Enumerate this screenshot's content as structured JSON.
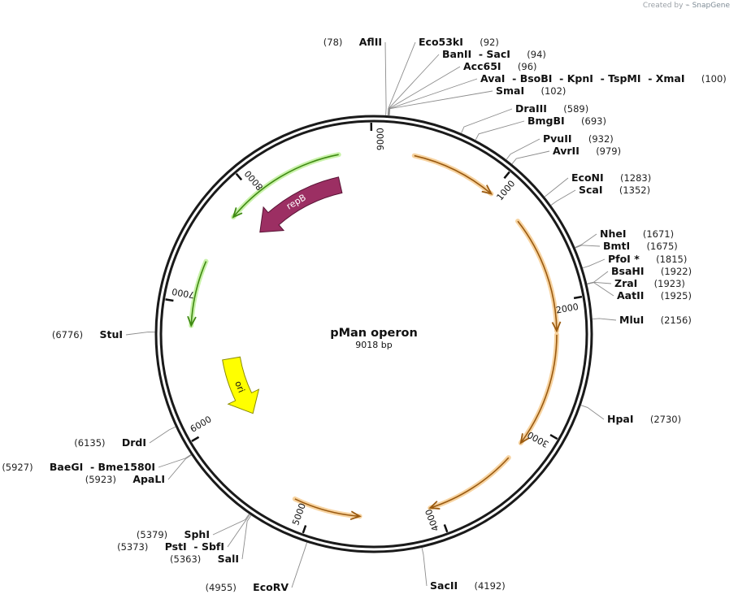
{
  "credit": {
    "prefix": "Created by",
    "brand": "SnapGene"
  },
  "plasmid": {
    "name": "pMan operon",
    "length_label": "9018 bp",
    "length": 9018
  },
  "ticks": [
    {
      "pos": 1000,
      "label": "1000"
    },
    {
      "pos": 2000,
      "label": "2000"
    },
    {
      "pos": 3000,
      "label": "3000"
    },
    {
      "pos": 4000,
      "label": "4000"
    },
    {
      "pos": 5000,
      "label": "5000"
    },
    {
      "pos": 6000,
      "label": "6000"
    },
    {
      "pos": 7000,
      "label": "7000"
    },
    {
      "pos": 8000,
      "label": "8000"
    },
    {
      "pos": 9000,
      "label": "9000"
    }
  ],
  "features": [
    {
      "name": "",
      "start": 320,
      "end": 1000,
      "strand": 1,
      "type": "orange"
    },
    {
      "name": "",
      "start": 1300,
      "end": 2230,
      "strand": 1,
      "type": "orange"
    },
    {
      "name": "",
      "start": 2260,
      "end": 3170,
      "strand": 1,
      "type": "orange"
    },
    {
      "name": "",
      "start": 3320,
      "end": 4060,
      "strand": 1,
      "type": "orange"
    },
    {
      "name": "",
      "start": 4620,
      "end": 5150,
      "strand": -1,
      "type": "orange"
    },
    {
      "name": "",
      "start": 7760,
      "end": 8740,
      "strand": -1,
      "type": "green"
    },
    {
      "name": "",
      "start": 6830,
      "end": 7350,
      "strand": -1,
      "type": "green"
    },
    {
      "name": "repB",
      "start": 7810,
      "end": 8700,
      "strand": -1,
      "type": "repB"
    },
    {
      "name": "ori",
      "start": 5930,
      "end": 6520,
      "strand": -1,
      "type": "ori"
    }
  ],
  "sites": [
    {
      "label_parts": [
        "AflII"
      ],
      "pos_text": "(78)",
      "pos": 78,
      "side": "left"
    },
    {
      "label_parts": [
        "Eco53kI"
      ],
      "pos_text": "(92)",
      "pos": 92,
      "side": "right"
    },
    {
      "label_parts": [
        "BanII",
        "SacI"
      ],
      "pos_text": "(94)",
      "pos": 94,
      "side": "right"
    },
    {
      "label_parts": [
        "Acc65I"
      ],
      "pos_text": "(96)",
      "pos": 96,
      "side": "right"
    },
    {
      "label_parts": [
        "AvaI",
        "BsoBI",
        "KpnI",
        "TspMI",
        "XmaI"
      ],
      "pos_text": "(100)",
      "pos": 100,
      "side": "right"
    },
    {
      "label_parts": [
        "SmaI"
      ],
      "pos_text": "(102)",
      "pos": 102,
      "side": "right"
    },
    {
      "label_parts": [
        "DraIII"
      ],
      "pos_text": "(589)",
      "pos": 589,
      "side": "right"
    },
    {
      "label_parts": [
        "BmgBI"
      ],
      "pos_text": "(693)",
      "pos": 693,
      "side": "right"
    },
    {
      "label_parts": [
        "PvuII"
      ],
      "pos_text": "(932)",
      "pos": 932,
      "side": "right"
    },
    {
      "label_parts": [
        "AvrII"
      ],
      "pos_text": "(979)",
      "pos": 979,
      "side": "right"
    },
    {
      "label_parts": [
        "EcoNI"
      ],
      "pos_text": "(1283)",
      "pos": 1283,
      "side": "right"
    },
    {
      "label_parts": [
        "ScaI"
      ],
      "pos_text": "(1352)",
      "pos": 1352,
      "side": "right"
    },
    {
      "label_parts": [
        "NheI"
      ],
      "pos_text": "(1671)",
      "pos": 1671,
      "side": "right"
    },
    {
      "label_parts": [
        "BmtI"
      ],
      "pos_text": "(1675)",
      "pos": 1675,
      "side": "right"
    },
    {
      "label_parts": [
        "PfoI *"
      ],
      "pos_text": "(1815)",
      "pos": 1815,
      "side": "right"
    },
    {
      "label_parts": [
        "BsaHI"
      ],
      "pos_text": "(1922)",
      "pos": 1922,
      "side": "right"
    },
    {
      "label_parts": [
        "ZraI"
      ],
      "pos_text": "(1923)",
      "pos": 1923,
      "side": "right"
    },
    {
      "label_parts": [
        "AatII"
      ],
      "pos_text": "(1925)",
      "pos": 1925,
      "side": "right"
    },
    {
      "label_parts": [
        "MluI"
      ],
      "pos_text": "(2156)",
      "pos": 2156,
      "side": "right"
    },
    {
      "label_parts": [
        "HpaI"
      ],
      "pos_text": "(2730)",
      "pos": 2730,
      "side": "right"
    },
    {
      "label_parts": [
        "SacII"
      ],
      "pos_text": "(4192)",
      "pos": 4192,
      "side": "right"
    },
    {
      "label_parts": [
        "EcoRV"
      ],
      "pos_text": "(4955)",
      "pos": 4955,
      "side": "left"
    },
    {
      "label_parts": [
        "SalI"
      ],
      "pos_text": "(5363)",
      "pos": 5363,
      "side": "left"
    },
    {
      "label_parts": [
        "PstI",
        "SbfI"
      ],
      "pos_text": "(5373)",
      "pos": 5373,
      "side": "left"
    },
    {
      "label_parts": [
        "SphI"
      ],
      "pos_text": "(5379)",
      "pos": 5379,
      "side": "left"
    },
    {
      "label_parts": [
        "ApaLI"
      ],
      "pos_text": "(5923)",
      "pos": 5923,
      "side": "left"
    },
    {
      "label_parts": [
        "BaeGI",
        "Bme1580I"
      ],
      "pos_text": "(5927)",
      "pos": 5927,
      "side": "left"
    },
    {
      "label_parts": [
        "DrdI"
      ],
      "pos_text": "(6135)",
      "pos": 6135,
      "side": "left"
    },
    {
      "label_parts": [
        "StuI"
      ],
      "pos_text": "(6776)",
      "pos": 6776,
      "side": "left"
    }
  ],
  "colors": {
    "backbone": "#1a1a1a",
    "orange_fill": "#f7d3a0",
    "orange_stroke": "#9a5a10",
    "green_fill": "#c8f2a8",
    "green_stroke": "#3f8a12",
    "repB": "#9c2f63",
    "ori": "#ffff00"
  }
}
